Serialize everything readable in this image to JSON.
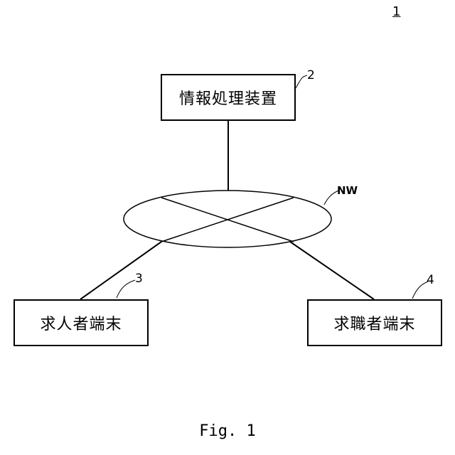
{
  "figure": {
    "system_ref": "1",
    "caption": "Fig. 1"
  },
  "nodes": {
    "server": {
      "label": "情報処理装置",
      "ref": "2"
    },
    "network": {
      "ref": "NW"
    },
    "employer_terminal": {
      "label": "求人者端末",
      "ref": "3"
    },
    "seeker_terminal": {
      "label": "求職者端末",
      "ref": "4"
    }
  }
}
